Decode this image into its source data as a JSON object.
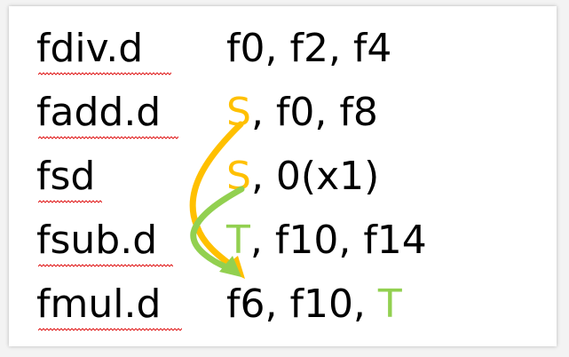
{
  "instructions": [
    {
      "op": "fdiv.d",
      "args": [
        {
          "text": "f0, f2, f4",
          "color": "#000000"
        }
      ]
    },
    {
      "op": "fadd.d",
      "args": [
        {
          "text": "S",
          "color": "#FFC000"
        },
        {
          "text": ", f0, f8",
          "color": "#000000"
        }
      ]
    },
    {
      "op": "fsd",
      "args": [
        {
          "text": "S",
          "color": "#FFC000"
        },
        {
          "text": ", 0(x1)",
          "color": "#000000"
        }
      ]
    },
    {
      "op": "fsub.d",
      "args": [
        {
          "text": "T",
          "color": "#92D050"
        },
        {
          "text": ", f10, f14",
          "color": "#000000"
        }
      ]
    },
    {
      "op": "fmul.d",
      "args": [
        {
          "text": "f6, f10, ",
          "color": "#000000"
        },
        {
          "text": "T",
          "color": "#92D050"
        }
      ]
    }
  ],
  "colors": {
    "S": "#FFC000",
    "T": "#92D050",
    "spellcheck": "#E01B1B"
  }
}
